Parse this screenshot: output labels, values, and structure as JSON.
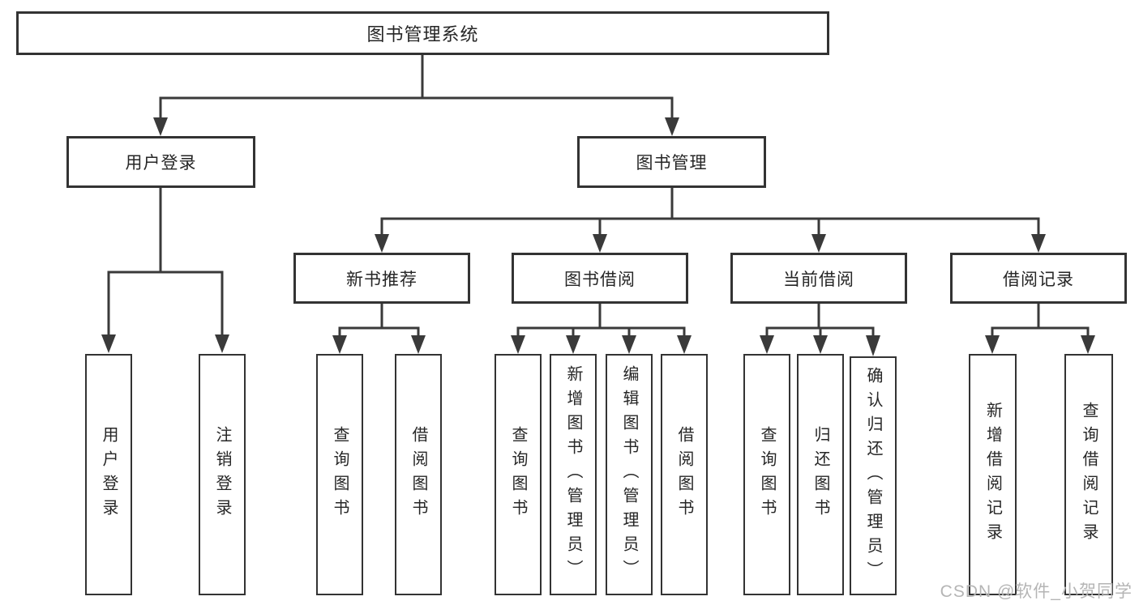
{
  "diagram": {
    "root": {
      "label": "图书管理系统"
    },
    "branches": [
      {
        "label": "用户登录",
        "children": [
          {
            "label": "用户登录"
          },
          {
            "label": "注销登录"
          }
        ]
      },
      {
        "label": "图书管理",
        "children": [
          {
            "label": "新书推荐",
            "children": [
              {
                "label": "查询图书"
              },
              {
                "label": "借阅图书"
              }
            ]
          },
          {
            "label": "图书借阅",
            "children": [
              {
                "label": "查询图书"
              },
              {
                "label": "新增图书（管理员）"
              },
              {
                "label": "编辑图书（管理员）"
              },
              {
                "label": "借阅图书"
              }
            ]
          },
          {
            "label": "当前借阅",
            "children": [
              {
                "label": "查询图书"
              },
              {
                "label": "归还图书"
              },
              {
                "label": "确认归还（管理员）"
              }
            ]
          },
          {
            "label": "借阅记录",
            "children": [
              {
                "label": "新增借阅记录"
              },
              {
                "label": "查询借阅记录"
              }
            ]
          }
        ]
      }
    ]
  },
  "watermark": {
    "text": "CSDN @软件_小贺同学"
  },
  "colors": {
    "line": "#3a3a3a",
    "box_border": "#333333",
    "text": "#262626",
    "watermark": "#b5b5b5",
    "background": "#ffffff"
  }
}
